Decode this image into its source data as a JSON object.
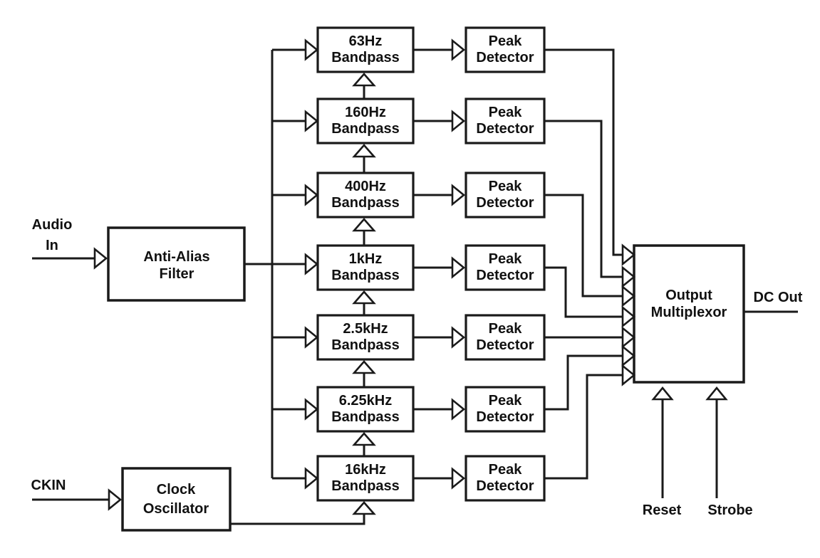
{
  "inputs": {
    "audio": {
      "line1": "Audio",
      "line2": "In"
    },
    "clock_in": "CKIN",
    "reset": "Reset",
    "strobe": "Strobe"
  },
  "blocks": {
    "anti_alias": {
      "line1": "Anti-Alias",
      "line2": "Filter"
    },
    "clock_oscillator": {
      "line1": "Clock",
      "line2": "Oscillator"
    },
    "output_mux": {
      "line1": "Output",
      "line2": "Multiplexor"
    }
  },
  "channels": [
    {
      "freq": "63Hz",
      "filter": "Bandpass",
      "detector_line1": "Peak",
      "detector_line2": "Detector"
    },
    {
      "freq": "160Hz",
      "filter": "Bandpass",
      "detector_line1": "Peak",
      "detector_line2": "Detector"
    },
    {
      "freq": "400Hz",
      "filter": "Bandpass",
      "detector_line1": "Peak",
      "detector_line2": "Detector"
    },
    {
      "freq": "1kHz",
      "filter": "Bandpass",
      "detector_line1": "Peak",
      "detector_line2": "Detector"
    },
    {
      "freq": "2.5kHz",
      "filter": "Bandpass",
      "detector_line1": "Peak",
      "detector_line2": "Detector"
    },
    {
      "freq": "6.25kHz",
      "filter": "Bandpass",
      "detector_line1": "Peak",
      "detector_line2": "Detector"
    },
    {
      "freq": "16kHz",
      "filter": "Bandpass",
      "detector_line1": "Peak",
      "detector_line2": "Detector"
    }
  ],
  "outputs": {
    "dc": "DC Out"
  },
  "colors": {
    "ink": "#1a1a1a",
    "paper": "#ffffff"
  }
}
